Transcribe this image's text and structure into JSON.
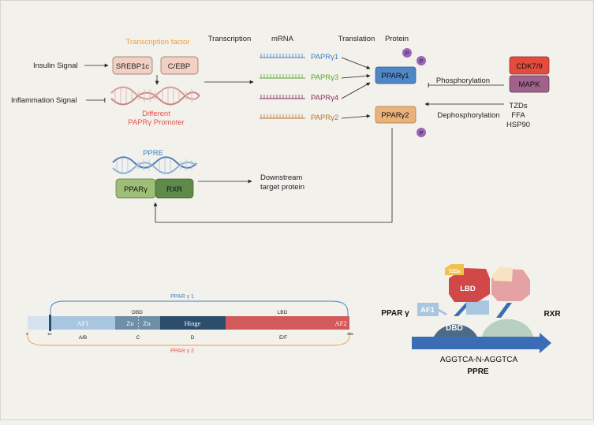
{
  "colors": {
    "background": "#f3f1ec",
    "orange": "#f39c33",
    "red_label": "#e3544b",
    "blue": "#3b82c4",
    "green": "#58a832",
    "purple": "#8a2d5c",
    "brown": "#b7742c",
    "pparg1_box": "#4f86c6",
    "pparg2_box": "#e9b27a",
    "cdk_box": "#e24c3f",
    "mapk_box": "#a0618a",
    "p_circle": "#9b66b8",
    "domain_af1": "#a9c6e0",
    "domain_zn": "#6f8fa8",
    "domain_hinge": "#2c4d6b",
    "domain_lbd": "#d35a5a",
    "ppre_arrow": "#3a6db5"
  },
  "top": {
    "headers": {
      "transcription": "Transcription",
      "mrna": "mRNA",
      "translation": "Translation",
      "protein": "Protein",
      "transcription_factor": "Transcription factor"
    },
    "signals": {
      "insulin": "Insulin Signal",
      "inflammation": "Inflammation Signal"
    },
    "factors": {
      "srebp": "SREBP1c",
      "cebp": "C/EBP"
    },
    "promoter": {
      "line1": "Different",
      "line2": "PAPRγ Promoter"
    },
    "mrnas": [
      "PAPRγ1",
      "PAPRγ3",
      "PAPRγ4",
      "PAPRγ2"
    ],
    "proteins": {
      "g1": "PPARγ1",
      "g2": "PPARγ2"
    },
    "p_label": "P",
    "kinases": {
      "cdk": "CDK7/9",
      "mapk": "MAPK"
    },
    "phosphorylation": "Phosphorylation",
    "dephosphorylation": "Dephosphorylation",
    "dephos_agents": [
      "TZDs",
      "FFA",
      "HSP90"
    ],
    "ppre": {
      "label": "PPRE",
      "pparg": "PPARγ",
      "rxr": "RXR"
    },
    "downstream": {
      "line1": "Downstream",
      "line2": "target protein"
    }
  },
  "bottom_left": {
    "isoform1": "PPAR γ 1",
    "isoform2": "PPAR γ 2",
    "domains": {
      "af1": "AF1",
      "zn1": "Zn",
      "zn2": "Zn",
      "hinge": "Hinge",
      "af2": "AF2"
    },
    "top_labels": {
      "dbd": "DBD",
      "lbd": "LBD"
    },
    "bottom_labels": {
      "ab": "A/B",
      "c": "C",
      "d": "D",
      "ef": "E/F"
    },
    "positions": {
      "start": "1",
      "p51": "51",
      "end": "505"
    }
  },
  "bottom_right": {
    "pparg": "PPAR γ",
    "rxr": "RXR",
    "af1": "AF1",
    "dbd": "DBD",
    "lbd": "LBD",
    "tzds": "TZDs",
    "sequence": "AGGTCA-N-AGGTCA",
    "ppre": "PPRE"
  }
}
